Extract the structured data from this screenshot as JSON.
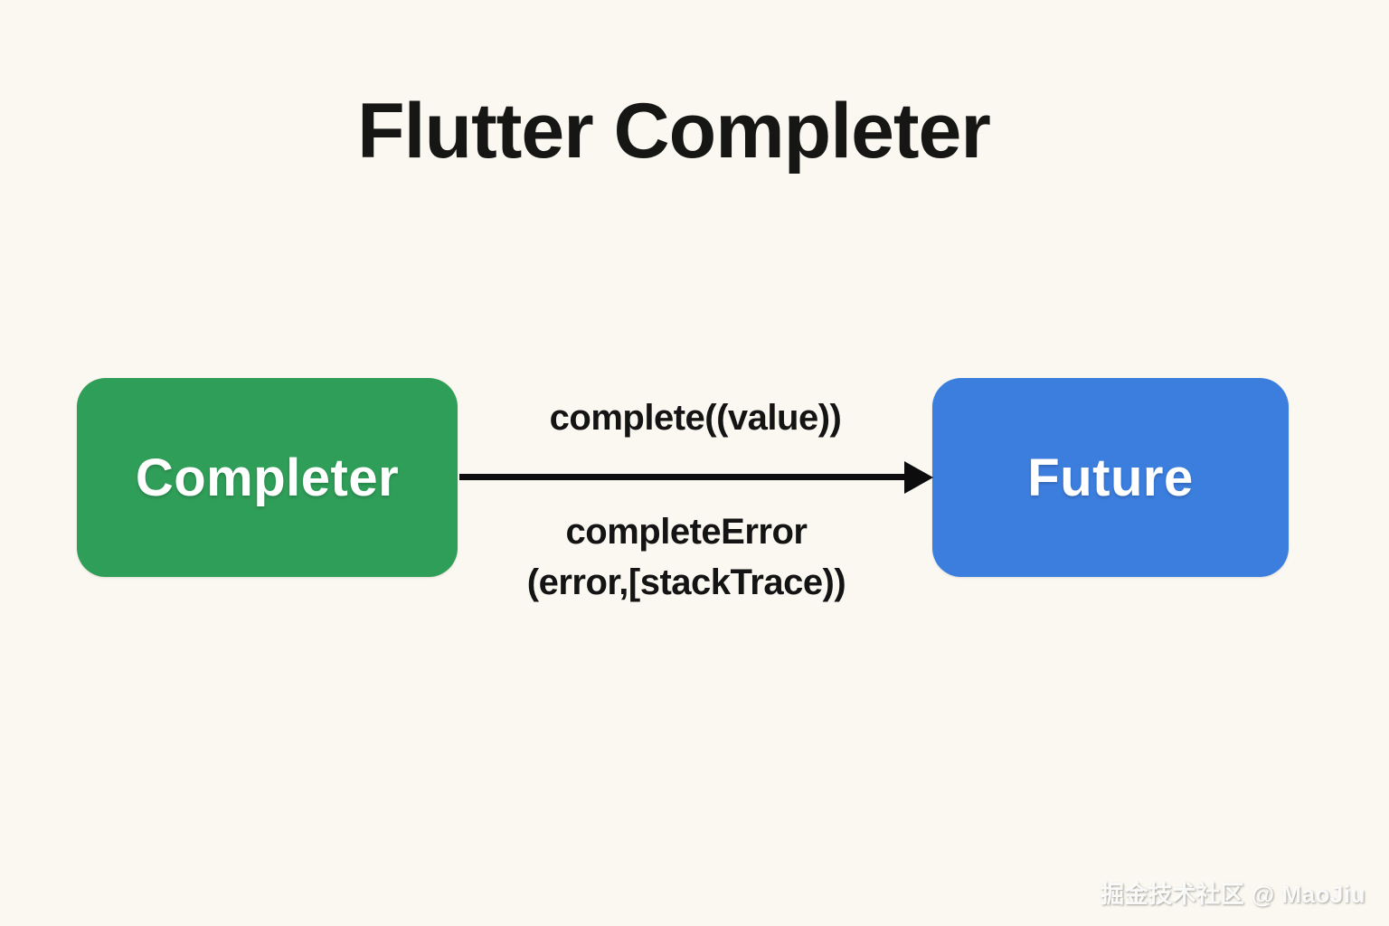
{
  "title": "Flutter Completer",
  "nodes": {
    "completer": {
      "label": "Completer",
      "color": "#2f9e58"
    },
    "future": {
      "label": "Future",
      "color": "#3c7ede"
    }
  },
  "arrow": {
    "top_label": "complete((value))",
    "bottom_label_line1": "completeError",
    "bottom_label_line2": "(error,[stackTrace))"
  },
  "watermark": "掘金技术社区 @ MaoJiu",
  "colors": {
    "background": "#faf8f1",
    "title_text": "#161615",
    "node_text": "#ffffff",
    "arrow": "#0d0d0d"
  }
}
